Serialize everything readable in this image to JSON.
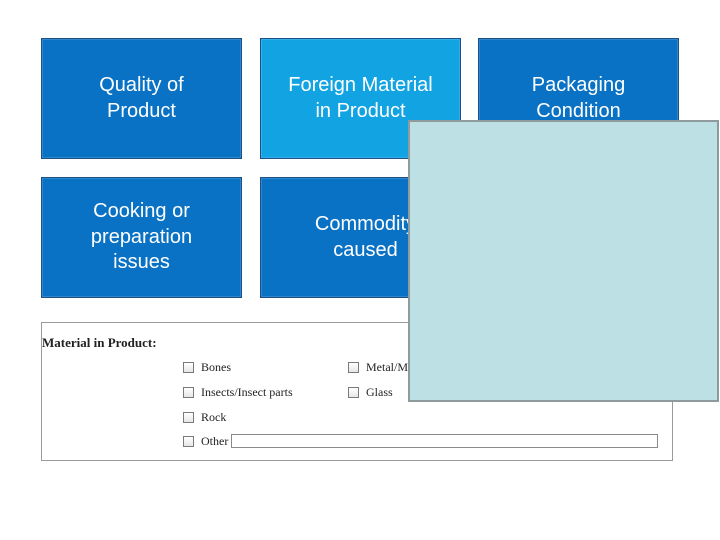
{
  "tiles": [
    {
      "label": "Quality of\nProduct",
      "style": "dark"
    },
    {
      "label": "Foreign Material\nin Product",
      "style": "light"
    },
    {
      "label": "Packaging\nCondition",
      "style": "dark"
    },
    {
      "label": "Cooking or\npreparation\nissues",
      "style": "dark"
    },
    {
      "label": "Commodity\ncaused",
      "style": "dark"
    }
  ],
  "form": {
    "title": "Material in Product:",
    "options": {
      "bones": "Bones",
      "insects": "Insects/Insect parts",
      "rock": "Rock",
      "other": "Other",
      "metal": "Metal/M",
      "glass": "Glass"
    }
  },
  "colors": {
    "tile_dark": "#0a72c5",
    "tile_light": "#12a3e3",
    "overlay": "#bde0e4"
  }
}
